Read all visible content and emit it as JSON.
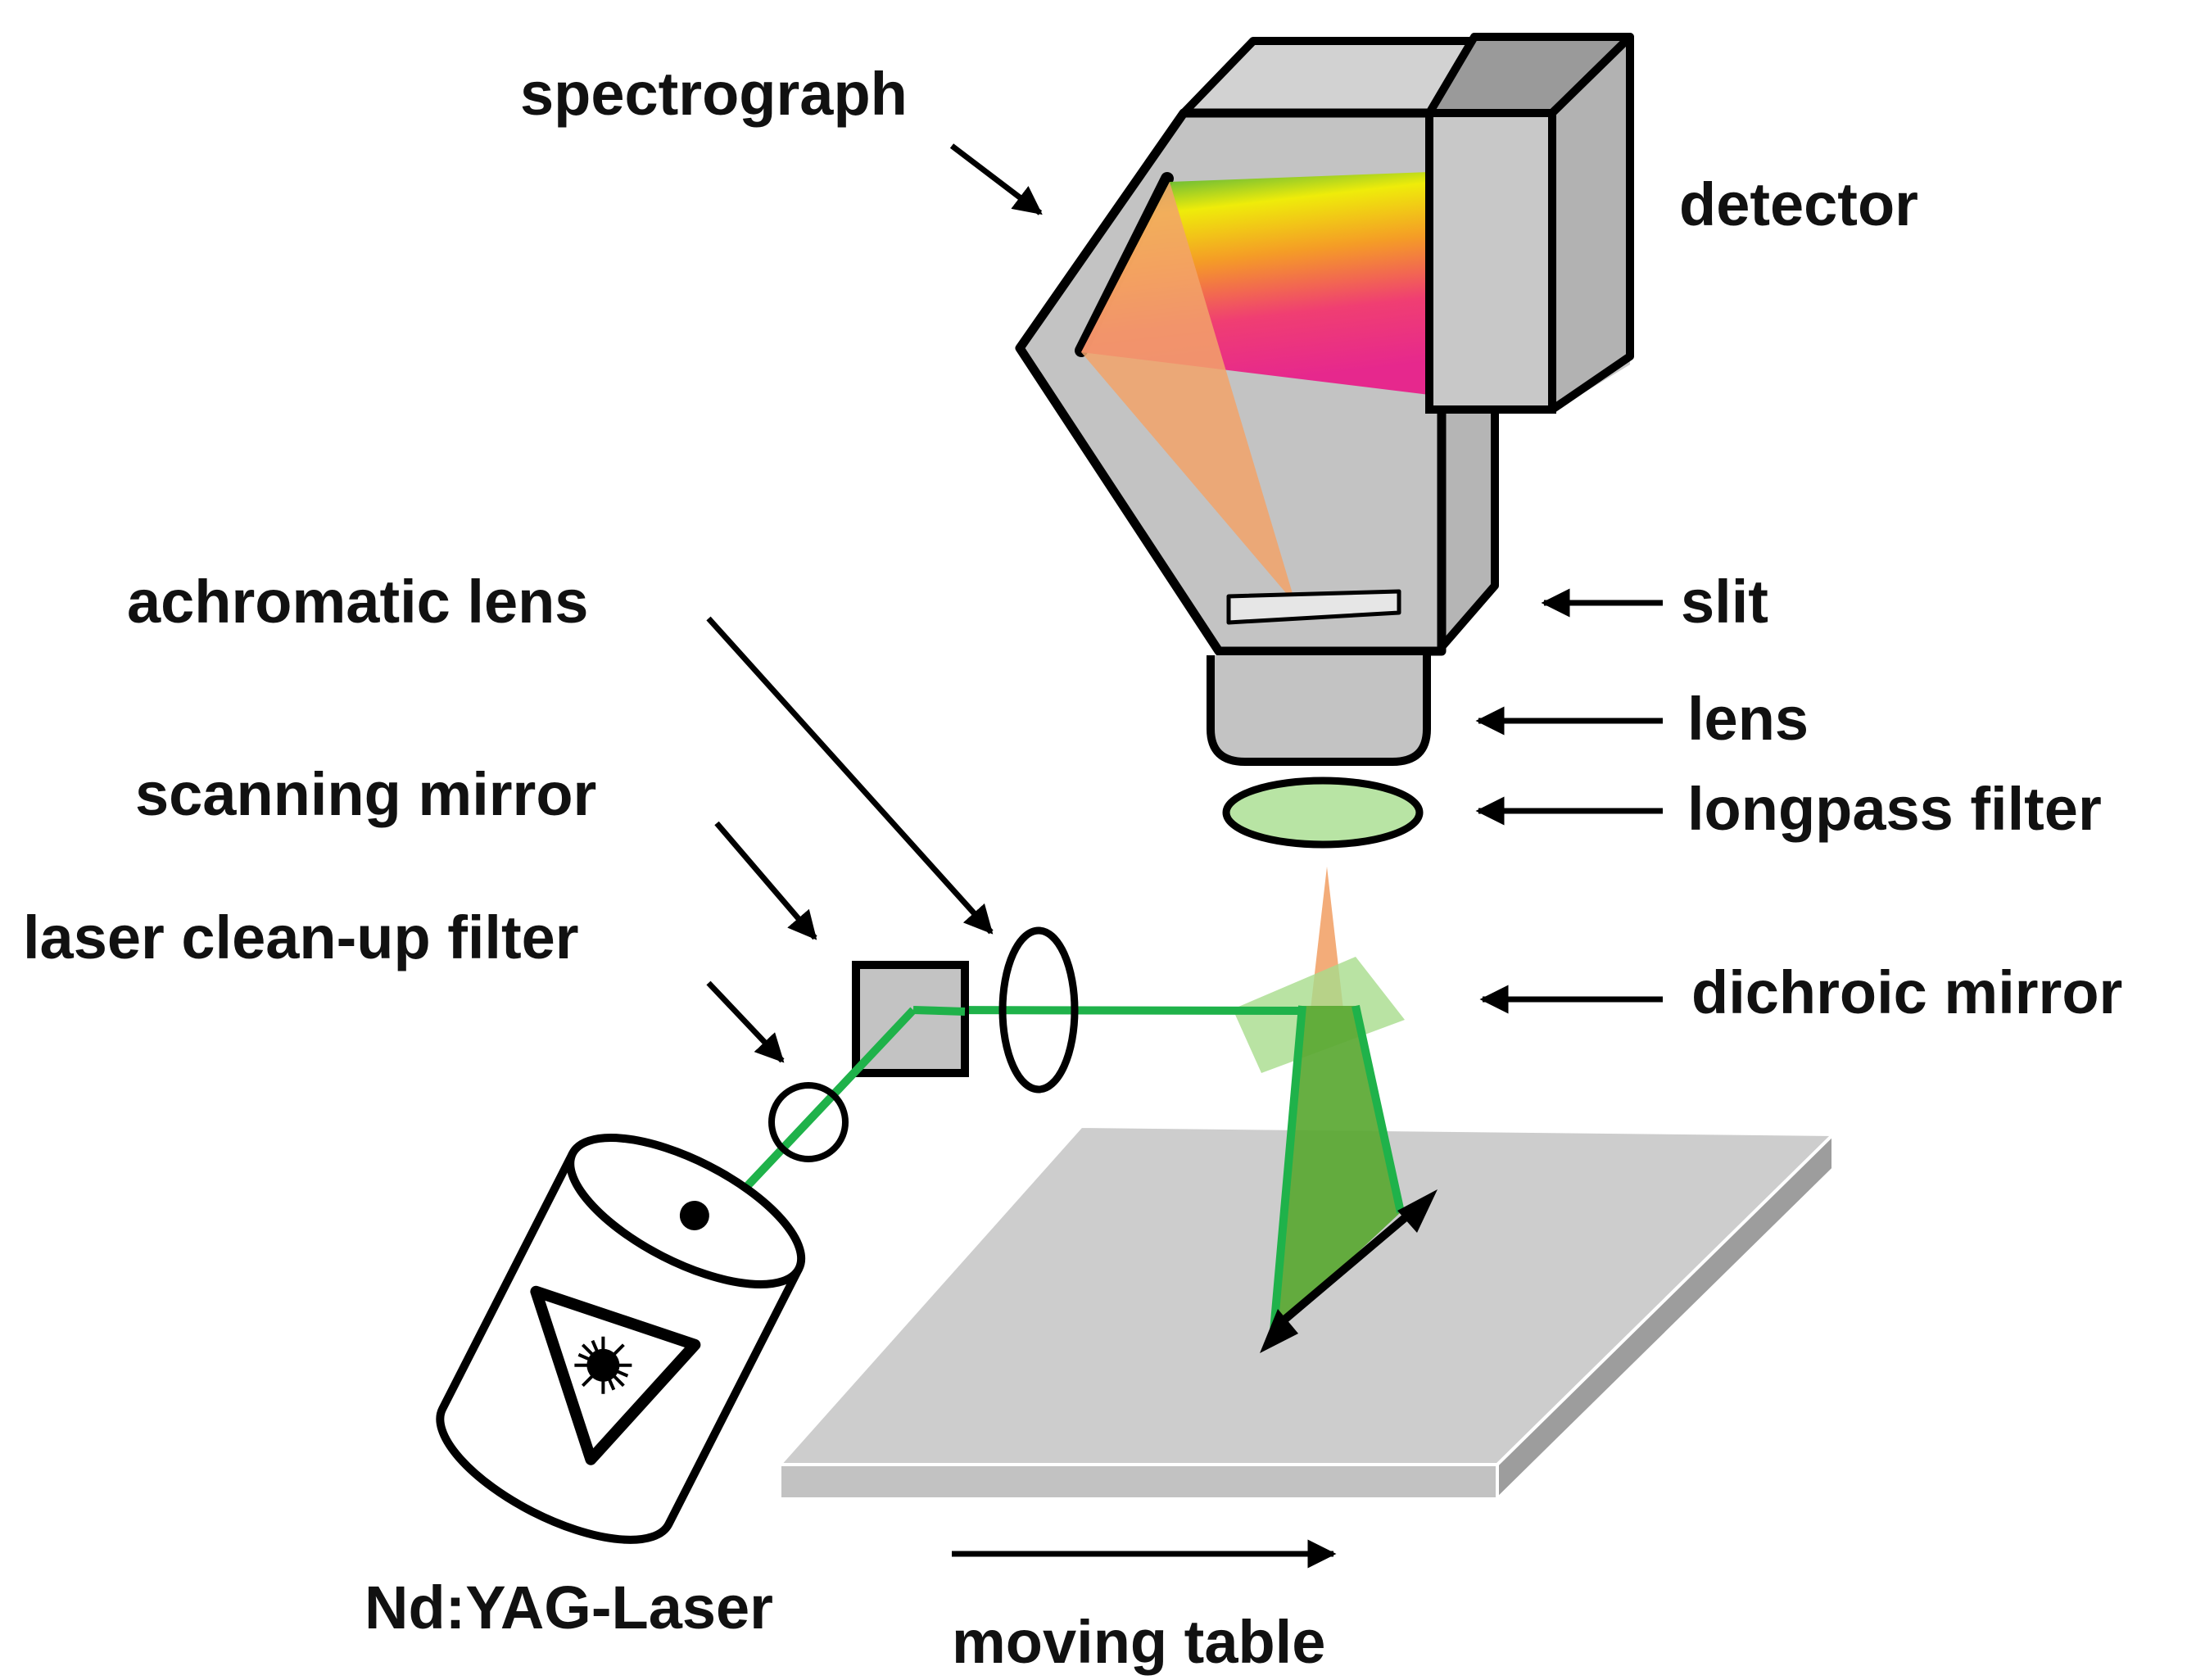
{
  "labels": {
    "spectrograph": "spectrograph",
    "detector": "detector",
    "slit": "slit",
    "lens": "lens",
    "longpass_filter": "longpass filter",
    "dichroic_mirror": "dichroic mirror",
    "achromatic_lens": "achromatic lens",
    "scanning_mirror": "scanning mirror",
    "laser_cleanup_filter": "laser clean-up filter",
    "laser": "Nd:YAG-Laser",
    "moving_table": "moving table"
  },
  "colors": {
    "housing_gray": "#c3c3c3",
    "detector_gray": "#c8c8c8",
    "table_gray": "#cdcdcd",
    "laser_green": "#1fb24a",
    "excitation_area_green": "#5aa832",
    "filter_green": "#b8e4a4",
    "dichroic_green": "#a8dc8c",
    "scatter_orange": "#f2a36a",
    "spectrum_colors": [
      "#1aa04a",
      "#f1ee00",
      "#f79a1e",
      "#f2376e",
      "#e8208a"
    ]
  },
  "icons": {
    "laser_warning": "laser-warning-triangle-icon"
  }
}
